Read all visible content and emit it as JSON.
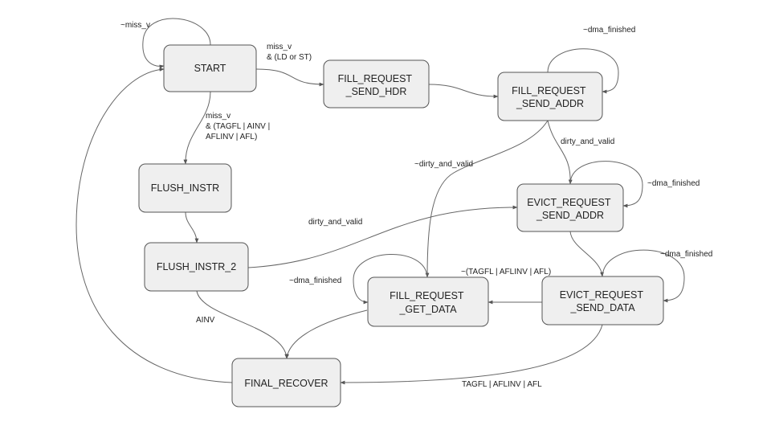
{
  "states": {
    "start": "START",
    "fill_request_send_hdr": [
      "FILL_REQUEST",
      "_SEND_HDR"
    ],
    "fill_request_send_addr": [
      "FILL_REQUEST",
      "_SEND_ADDR"
    ],
    "flush_instr": "FLUSH_INSTR",
    "flush_instr_2": "FLUSH_INSTR_2",
    "evict_request_send_addr": [
      "EVICT_REQUEST",
      "_SEND_ADDR"
    ],
    "fill_request_get_data": [
      "FILL_REQUEST",
      "_GET_DATA"
    ],
    "evict_request_send_data": [
      "EVICT_REQUEST",
      "_SEND_DATA"
    ],
    "final_recover": "FINAL_RECOVER"
  },
  "transitions": {
    "start_self": "~miss_v",
    "start_to_fill_hdr": [
      "miss_v",
      "& (LD or ST)"
    ],
    "start_to_flush": [
      "miss_v",
      "& (TAGFL | AINV |",
      "AFLINV | AFL)"
    ],
    "fill_addr_self": "~dma_finished",
    "fill_addr_to_get_data": "~dirty_and_valid",
    "fill_addr_to_evict_addr": "dirty_and_valid",
    "evict_addr_self": "~dma_finished",
    "flush2_to_evict_addr": "dirty_and_valid",
    "flush2_to_final": "AINV",
    "evict_data_self": "~dma_finished",
    "evict_data_to_get_data": "~(TAGFL | AFLINV | AFL)",
    "get_data_self": "~dma_finished",
    "evict_data_to_final": "TAGFL | AFLINV | AFL"
  }
}
